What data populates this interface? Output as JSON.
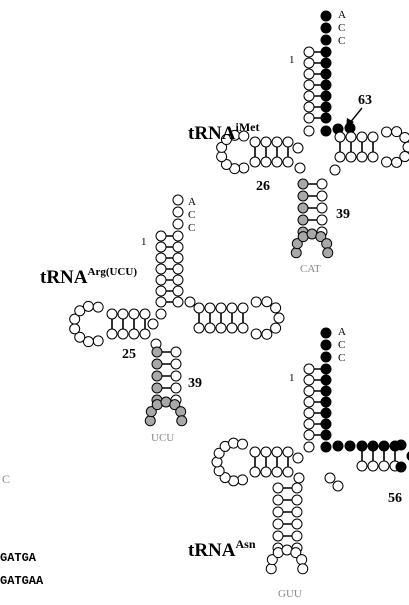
{
  "trnas": [
    {
      "id": "imet",
      "name": "tRNA",
      "superscript": "iMet",
      "anticodon": "CAT",
      "numbers": [
        "1",
        "26",
        "39",
        "63"
      ],
      "acceptor_end": [
        "A",
        "C",
        "C"
      ]
    },
    {
      "id": "arg",
      "name": "tRNA",
      "superscript": "Arg(UCU)",
      "anticodon": "UCU",
      "numbers": [
        "1",
        "25",
        "39"
      ],
      "acceptor_end": [
        "A",
        "C",
        "C"
      ]
    },
    {
      "id": "asn",
      "name": "tRNA",
      "superscript": "Asn",
      "anticodon": "GUU",
      "numbers": [
        "1",
        "56"
      ],
      "acceptor_end": [
        "A",
        "C",
        "C"
      ]
    }
  ],
  "left_edge": {
    "fragment": "C",
    "seq_lines": [
      "GATGA",
      "GATGAA"
    ]
  },
  "colors": {
    "open": "#ffffff",
    "black": "#000000",
    "gray": "#a8a8a8",
    "stroke": "#000000",
    "gray_text": "#888888"
  }
}
